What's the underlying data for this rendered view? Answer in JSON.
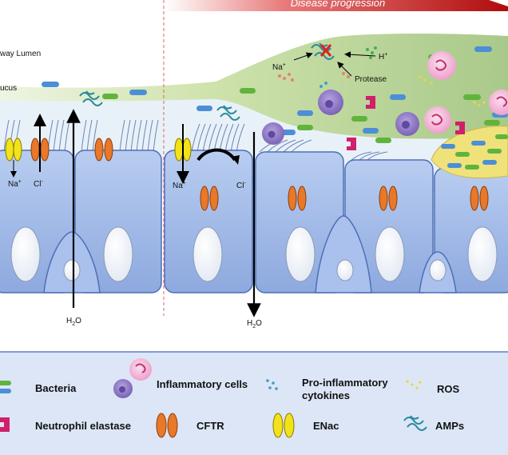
{
  "banner": {
    "text": "Disease progression"
  },
  "regions": {
    "lumen_label": "way Lumen",
    "mucus_label": "ucus"
  },
  "labels": {
    "na_left": "Na",
    "na_left_sup": "+",
    "cl_left": "Cl",
    "cl_left_sup": "-",
    "na_mid": "Na",
    "na_mid_sup": "+",
    "cl_mid": "Cl",
    "cl_mid_sup": "-",
    "na_top": "Na",
    "na_top_sup": "+",
    "h_top": "H",
    "h_top_sup": "+",
    "protease": "Protease",
    "water_left_main": "H",
    "water_left_sub": "2",
    "water_left_tail": "O",
    "water_right_main": "H",
    "water_right_sub": "2",
    "water_right_tail": "O"
  },
  "legend": {
    "bacteria": "Bacteria",
    "inflammatory_cells": "Inflammatory cells",
    "cytokines_line1": "Pro-inflammatory",
    "cytokines_line2": "cytokines",
    "ros": "ROS",
    "neutrophil_elastase": "Neutrophil elastase",
    "cftr": "CFTR",
    "enac": "ENac",
    "amps": "AMPs"
  },
  "colors": {
    "banner": "#c81414",
    "lumen_green": "#c6dda0",
    "mucus_light": "#e8f1d6",
    "cell_blue": "#9fb8e6",
    "cell_border": "#4d6fb6",
    "cftr_orange": "#e8782a",
    "enac_yellow": "#f2e21a",
    "bacteria_green": "#5fb43c",
    "bacteria_blue": "#4c8fd6",
    "elastase_magenta": "#d0206a",
    "macrophage_purple": "#8a72c2",
    "neutrophil_pink": "#f0a8d0",
    "legend_bg": "#dce6f6"
  }
}
